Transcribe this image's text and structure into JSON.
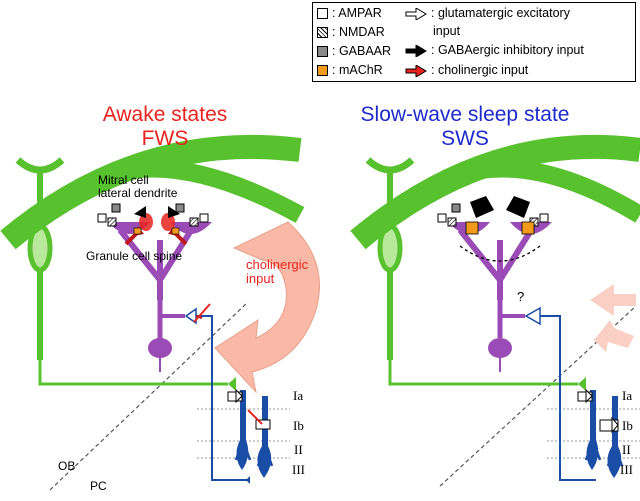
{
  "legend": {
    "ampar": ": AMPAR",
    "nmdar": ": NMDAR",
    "gabaar": ": GABAAR",
    "machr": ": mAChR",
    "glu_line1": ": glutamatergic excitatory",
    "glu_line2": "input",
    "gaba_input": ": GABAergic inhibitory input",
    "chol_input": ": cholinergic input"
  },
  "panels": {
    "left_title1": "Awake states",
    "left_title2": "FWS",
    "right_title1": "Slow-wave sleep state",
    "right_title2": "SWS"
  },
  "labels": {
    "mitral1": "Mitral cell",
    "mitral2": "lateral dendrite",
    "granule": "Granule cell spine",
    "chol1": "cholinergic",
    "chol2": "input",
    "question": "?",
    "ob": "OB",
    "pc": "PC"
  },
  "layers": [
    "Ia",
    "Ib",
    "II",
    "III"
  ],
  "colors": {
    "mitral": "#57c12e",
    "granule": "#9b4bb5",
    "pyramidal": "#1a4da6",
    "cholinergic_arrow": "#f9b9a6",
    "red": "#e8231e",
    "blue_title": "#1d2bcc",
    "machr": "#f39a1a"
  }
}
